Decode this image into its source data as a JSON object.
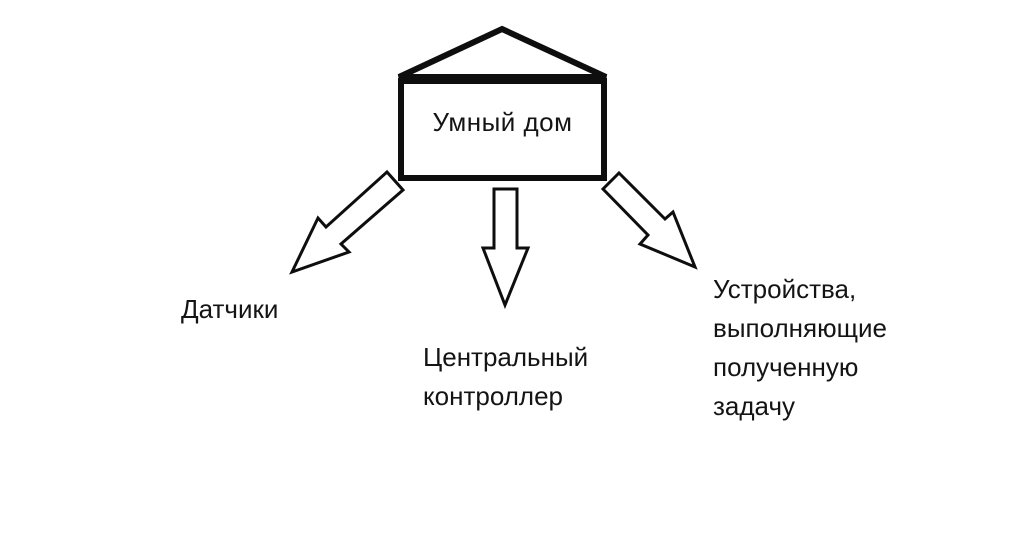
{
  "diagram": {
    "background_color": "#ffffff",
    "ink_color": "#0e0e0e",
    "house": {
      "label": "Умный дом"
    },
    "labels": {
      "sensors": "Датчики",
      "controller_lines": [
        "Центральный",
        "контроллер"
      ],
      "devices_lines": [
        "Устройства,",
        "выполняющие",
        "полученную",
        "задачу"
      ]
    }
  }
}
